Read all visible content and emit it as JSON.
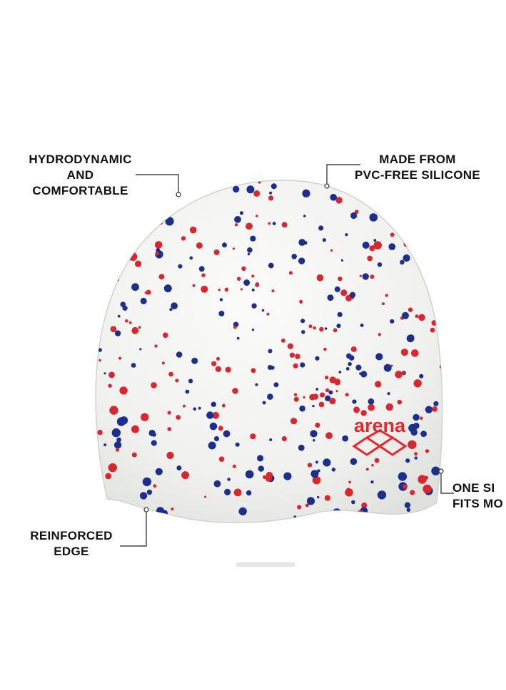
{
  "callouts": {
    "hydrodynamic": [
      "HYDRODYNAMIC",
      "AND",
      "COMFORTABLE"
    ],
    "silicone": [
      "MADE FROM",
      "PVC-FREE SILICONE"
    ],
    "size": [
      "ONE SI",
      "FITS MO"
    ],
    "edge": [
      "REINFORCED",
      "EDGE"
    ]
  },
  "logo": {
    "text": "arena",
    "color": "#e8262d"
  },
  "colors": {
    "cap": "#f1f2ef",
    "dot_red": "#d92730",
    "dot_blue": "#1c2f8f",
    "line": "#222222"
  }
}
